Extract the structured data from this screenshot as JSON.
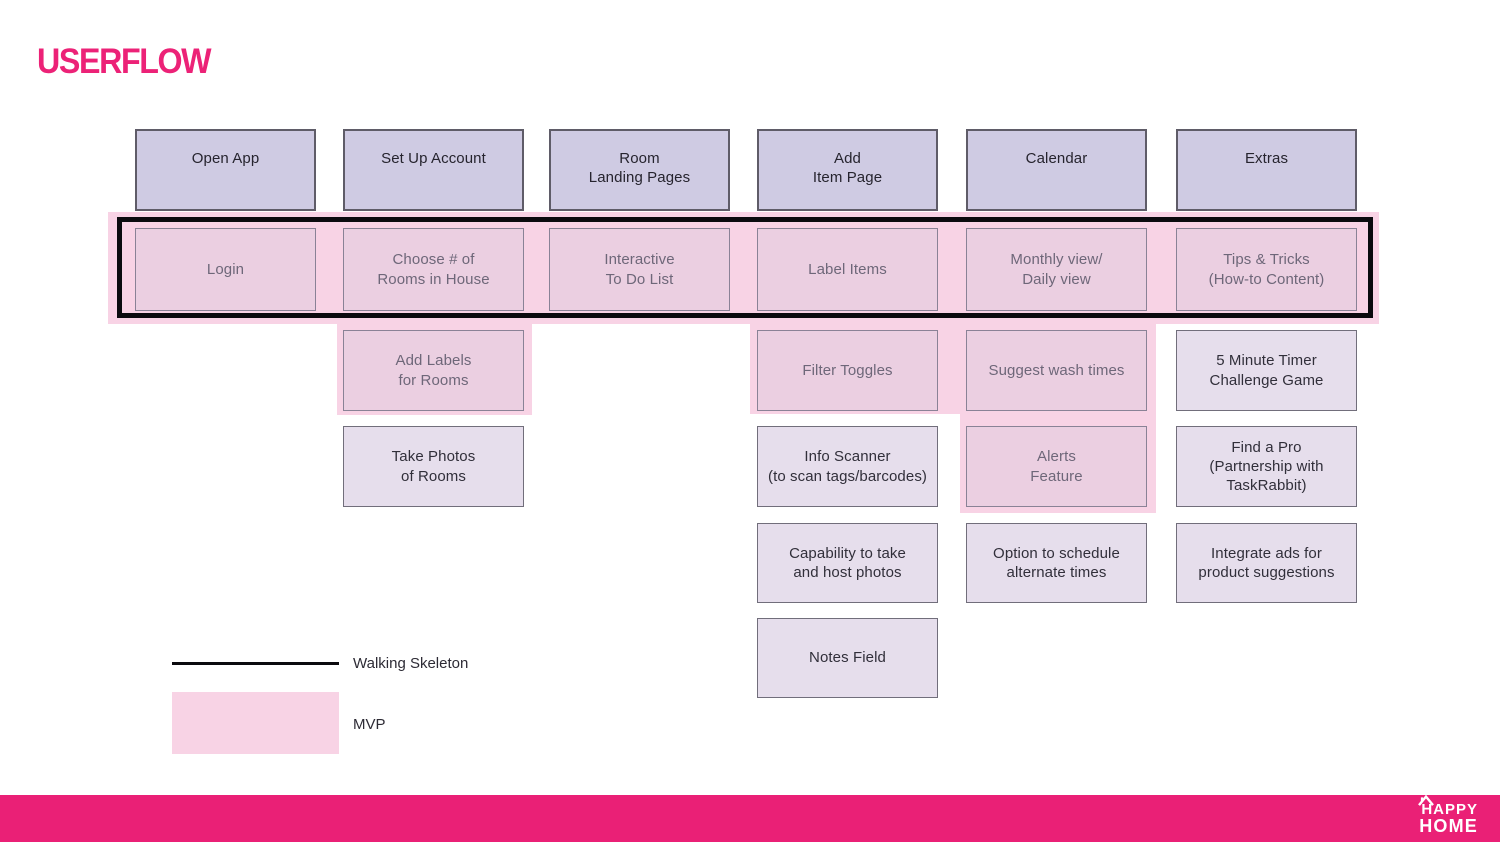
{
  "title": "USERFLOW",
  "colors": {
    "brand_pink": "#EA2076",
    "title_pink": "#EC2277",
    "mvp_band": "#F8D3E5",
    "header_fill": "#CFCBE3",
    "mvp_fill": "#EBCFE1",
    "light_fill": "#E6DEEC",
    "skeleton_black": "#0B0A0E"
  },
  "legend": {
    "walking_skeleton_label": "Walking Skeleton",
    "mvp_label": "MVP"
  },
  "footer": {
    "brand_line1": "HAPPY",
    "brand_line2": "HOME"
  },
  "flow": {
    "column_headers": [
      "Open App",
      "Set Up Account",
      "Room Landing Pages",
      "Add Item Page",
      "Calendar",
      "Extras"
    ],
    "boxes": [
      {
        "id": "open-app",
        "col": 1,
        "row": 1,
        "variant": "header",
        "lines": [
          "Open App"
        ]
      },
      {
        "id": "set-up-account",
        "col": 2,
        "row": 1,
        "variant": "header",
        "lines": [
          "Set Up Account"
        ]
      },
      {
        "id": "room-landing-pages",
        "col": 3,
        "row": 1,
        "variant": "header",
        "lines": [
          "Room",
          "Landing Pages"
        ]
      },
      {
        "id": "add-item-page",
        "col": 4,
        "row": 1,
        "variant": "header",
        "lines": [
          "Add",
          "Item Page"
        ]
      },
      {
        "id": "calendar",
        "col": 5,
        "row": 1,
        "variant": "header",
        "lines": [
          "Calendar"
        ]
      },
      {
        "id": "extras",
        "col": 6,
        "row": 1,
        "variant": "header",
        "lines": [
          "Extras"
        ]
      },
      {
        "id": "login",
        "col": 1,
        "row": 2,
        "variant": "mvp",
        "lines": [
          "Login"
        ]
      },
      {
        "id": "choose-rooms",
        "col": 2,
        "row": 2,
        "variant": "mvp",
        "lines": [
          "Choose # of",
          "Rooms in House"
        ]
      },
      {
        "id": "interactive-todo",
        "col": 3,
        "row": 2,
        "variant": "mvp",
        "lines": [
          "Interactive",
          "To Do List"
        ]
      },
      {
        "id": "label-items",
        "col": 4,
        "row": 2,
        "variant": "mvp",
        "lines": [
          "Label Items"
        ]
      },
      {
        "id": "monthly-daily-view",
        "col": 5,
        "row": 2,
        "variant": "mvp",
        "lines": [
          "Monthly view/",
          "Daily view"
        ]
      },
      {
        "id": "tips-and-tricks",
        "col": 6,
        "row": 2,
        "variant": "mvp",
        "lines": [
          "Tips & Tricks",
          "(How-to Content)"
        ]
      },
      {
        "id": "add-labels-rooms",
        "col": 2,
        "row": 3,
        "variant": "mvp",
        "lines": [
          "Add Labels",
          "for Rooms"
        ]
      },
      {
        "id": "filter-toggles",
        "col": 4,
        "row": 3,
        "variant": "mvp",
        "lines": [
          "Filter Toggles"
        ]
      },
      {
        "id": "suggest-wash-times",
        "col": 5,
        "row": 3,
        "variant": "mvp",
        "lines": [
          "Suggest wash times"
        ]
      },
      {
        "id": "five-minute-timer",
        "col": 6,
        "row": 3,
        "variant": "light",
        "lines": [
          "5 Minute Timer",
          "Challenge Game"
        ]
      },
      {
        "id": "take-photos-rooms",
        "col": 2,
        "row": 4,
        "variant": "light",
        "lines": [
          "Take Photos",
          "of Rooms"
        ]
      },
      {
        "id": "info-scanner",
        "col": 4,
        "row": 4,
        "variant": "light",
        "lines": [
          "Info Scanner",
          "(to scan tags/barcodes)"
        ]
      },
      {
        "id": "alerts-feature",
        "col": 5,
        "row": 4,
        "variant": "mvp",
        "lines": [
          "Alerts",
          "Feature"
        ]
      },
      {
        "id": "find-a-pro",
        "col": 6,
        "row": 4,
        "variant": "light",
        "lines": [
          "Find a Pro",
          "(Partnership with",
          "TaskRabbit)"
        ]
      },
      {
        "id": "capability-photos",
        "col": 4,
        "row": 5,
        "variant": "light",
        "lines": [
          "Capability to take",
          "and host photos"
        ]
      },
      {
        "id": "schedule-alternate",
        "col": 5,
        "row": 5,
        "variant": "light",
        "lines": [
          "Option to schedule",
          "alternate times"
        ]
      },
      {
        "id": "integrate-ads",
        "col": 6,
        "row": 5,
        "variant": "light",
        "lines": [
          "Integrate ads for",
          "product suggestions"
        ]
      },
      {
        "id": "notes-field",
        "col": 4,
        "row": 6,
        "variant": "light",
        "lines": [
          "Notes Field"
        ]
      }
    ]
  }
}
